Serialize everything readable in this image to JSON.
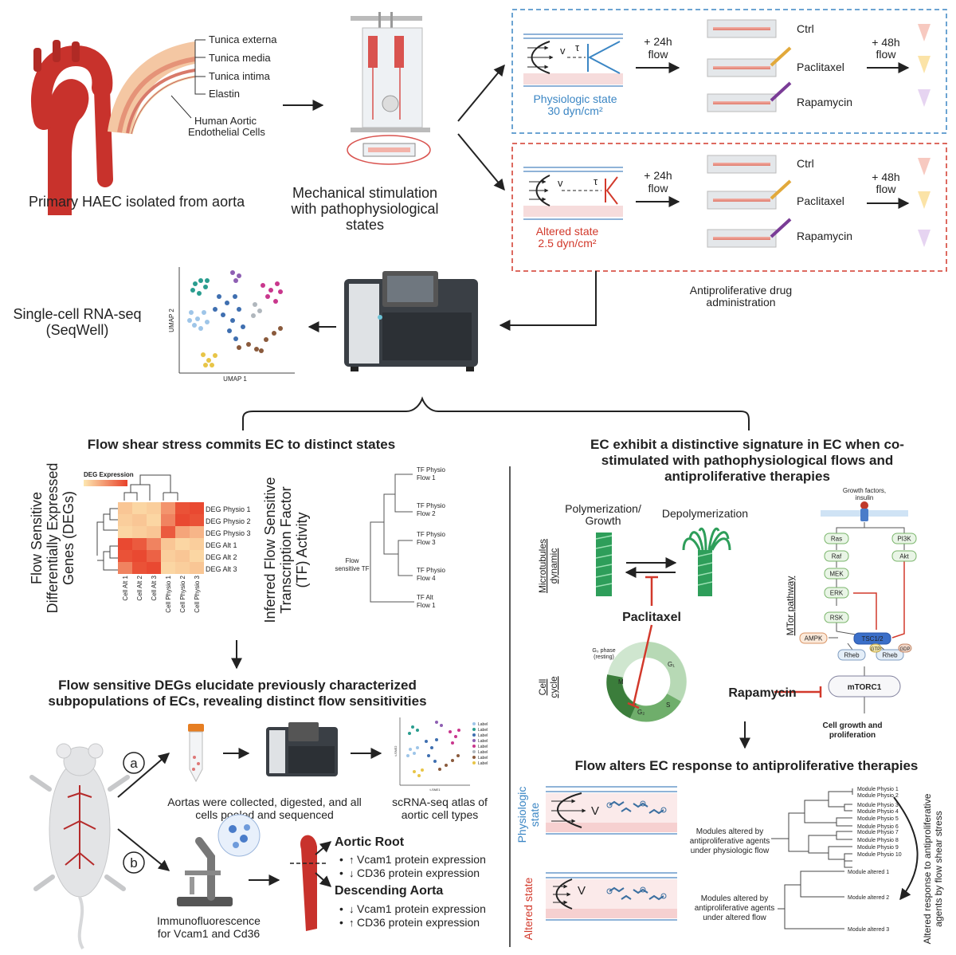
{
  "top": {
    "aorta_layers": [
      "Tunica externa",
      "Tunica media",
      "Tunica intima",
      "Elastin"
    ],
    "haec_label": [
      "Human Aortic",
      "Endothelial Cells"
    ],
    "primary_caption": "Primary HAEC isolated from aorta",
    "mechanical_caption": [
      "Mechanical stimulation",
      "with pathophysiological",
      "states"
    ]
  },
  "physio": {
    "time_label": [
      "+ 24h",
      "flow"
    ],
    "state_label": [
      "Physiologic state",
      "30 dyn/cm²"
    ],
    "v": "v",
    "tau": "τ",
    "conditions": [
      "Ctrl",
      "Paclitaxel",
      "Rapamycin"
    ],
    "time2_label": [
      "+ 48h",
      "flow"
    ]
  },
  "altered": {
    "time_label": [
      "+ 24h",
      "flow"
    ],
    "state_label": [
      "Altered state",
      "2.5 dyn/cm²"
    ],
    "v": "v",
    "tau": "τ",
    "conditions": [
      "Ctrl",
      "Paclitaxel",
      "Rapamycin"
    ],
    "time2_label": [
      "+ 48h",
      "flow"
    ]
  },
  "drug_admin": [
    "Antiproliferative drug",
    "administration"
  ],
  "scrnaseq": {
    "label": [
      "Single-cell RNA-seq",
      "(SeqWell)"
    ],
    "umap_x": "UMAP 1",
    "umap_y": "UMAP 2"
  },
  "left_panel": {
    "title": "Flow shear stress commits EC to distinct states",
    "deg_title": [
      "Flow Sensitive",
      "Differentially Expressed",
      "Genes (DEGs)"
    ],
    "deg_legend": "DEG Expression",
    "heatmap_rows": [
      "DEG Physio 1",
      "DEG Physio 2",
      "DEG Physio 3",
      "DEG Alt 1",
      "DEG Alt 2",
      "DEG Alt 3"
    ],
    "heatmap_cols": [
      "Cell Alt 1",
      "Cell Alt 2",
      "Cell Alt 3",
      "Cell Physio 1",
      "Cell Physio 2",
      "Cell Physio 3"
    ],
    "tf_title": [
      "Inferred Flow Sensitive",
      "Transcription Factor",
      "(TF) Activity"
    ],
    "tf_root": [
      "Flow",
      "sensitive TF"
    ],
    "tf_leaves": [
      [
        "TF Physio",
        "Flow 1"
      ],
      [
        "TF Physio",
        "Flow 2"
      ],
      [
        "TF Physio",
        "Flow 3"
      ],
      [
        "TF Physio",
        "Flow 4"
      ],
      [
        "TF Alt",
        "Flow 1"
      ]
    ],
    "subtitle": [
      "Flow sensitive DEGs elucidate previously characterized",
      "subpopulations of ECs, revealing distinct flow sensitivities"
    ],
    "step_a": "a",
    "step_b": "b",
    "aortas_caption": [
      "Aortas were collected, digested, and all",
      "cells pooled and sequenced"
    ],
    "atlas_caption": [
      "scRNA-seq atlas of",
      "aortic cell types"
    ],
    "tsne_x": "t-SNE1",
    "tsne_y": "t-SNE2",
    "tsne_legend": [
      "Label",
      "Label",
      "Label",
      "Label",
      "Label",
      "Label",
      "Label",
      "Label"
    ],
    "if_caption": [
      "Immunofluorescence",
      "for Vcam1 and Cd36"
    ],
    "aortic_root": "Aortic Root",
    "root_items": [
      "Vcam1 protein expression",
      "CD36 protein expression"
    ],
    "descending": "Descending Aorta",
    "desc_items": [
      "Vcam1 protein expression",
      "CD36 protein expression"
    ]
  },
  "right_panel": {
    "title": [
      "EC exhibit a distinctive signature in EC when co-",
      "stimulated with pathophysiological flows and",
      "antiproliferative therapies"
    ],
    "microtubules": [
      "Microtubules",
      "dynamic"
    ],
    "polymerization": [
      "Polymerization/",
      "Growth"
    ],
    "depolymerization": "Depolymerization",
    "paclitaxel": "Paclitaxel",
    "cell_cycle": [
      "Cell",
      "cycle"
    ],
    "g0": [
      "G₀ phase",
      "(resting)"
    ],
    "phases": [
      "G₁",
      "S",
      "G₂",
      "M"
    ],
    "mtor_label": "MTor pathway",
    "growth_factors": [
      "Growth factors,",
      "insulin"
    ],
    "nodes": [
      "Ras",
      "Raf",
      "MEK",
      "ERK",
      "RSK",
      "PI3K",
      "Akt",
      "TSC1/2",
      "AMPK",
      "Rheb",
      "Rheb",
      "GTP",
      "GDP",
      "mTORC1"
    ],
    "rapamycin": "Rapamycin",
    "growth_outcome": [
      "Cell growth and",
      "proliferation"
    ],
    "flow_title": "Flow alters EC response to antiproliferative therapies",
    "physio_state": [
      "Physiologic",
      "state"
    ],
    "altered_state": [
      "Altered state"
    ],
    "v": "V",
    "physio_modules_label": [
      "Modules altered by",
      "antiproliferative agents",
      "under physiologic flow"
    ],
    "altered_modules_label": [
      "Modules altered by",
      "antiproliferative agents",
      "under altered flow"
    ],
    "physio_modules": [
      "Module Physio 1",
      "Module Physio 2",
      "Module Physio 3",
      "Module Physio 4",
      "Module Physio 5",
      "Module Physio 6",
      "Module Physio 7",
      "Module Physio 8",
      "Module Physio 9",
      "Module Physio 10"
    ],
    "altered_modules": [
      "Module altered 1",
      "Module altered 2",
      "Module altered 3"
    ],
    "side_note": [
      "Altered response to antiproliferative",
      "agents by flow shear stress"
    ]
  },
  "colors": {
    "blue": "#3b86c4",
    "red": "#d2392b",
    "vessel_pink": "#f6dcdc",
    "heat_high": "#e8412a",
    "heat_low": "#fde7b0"
  }
}
